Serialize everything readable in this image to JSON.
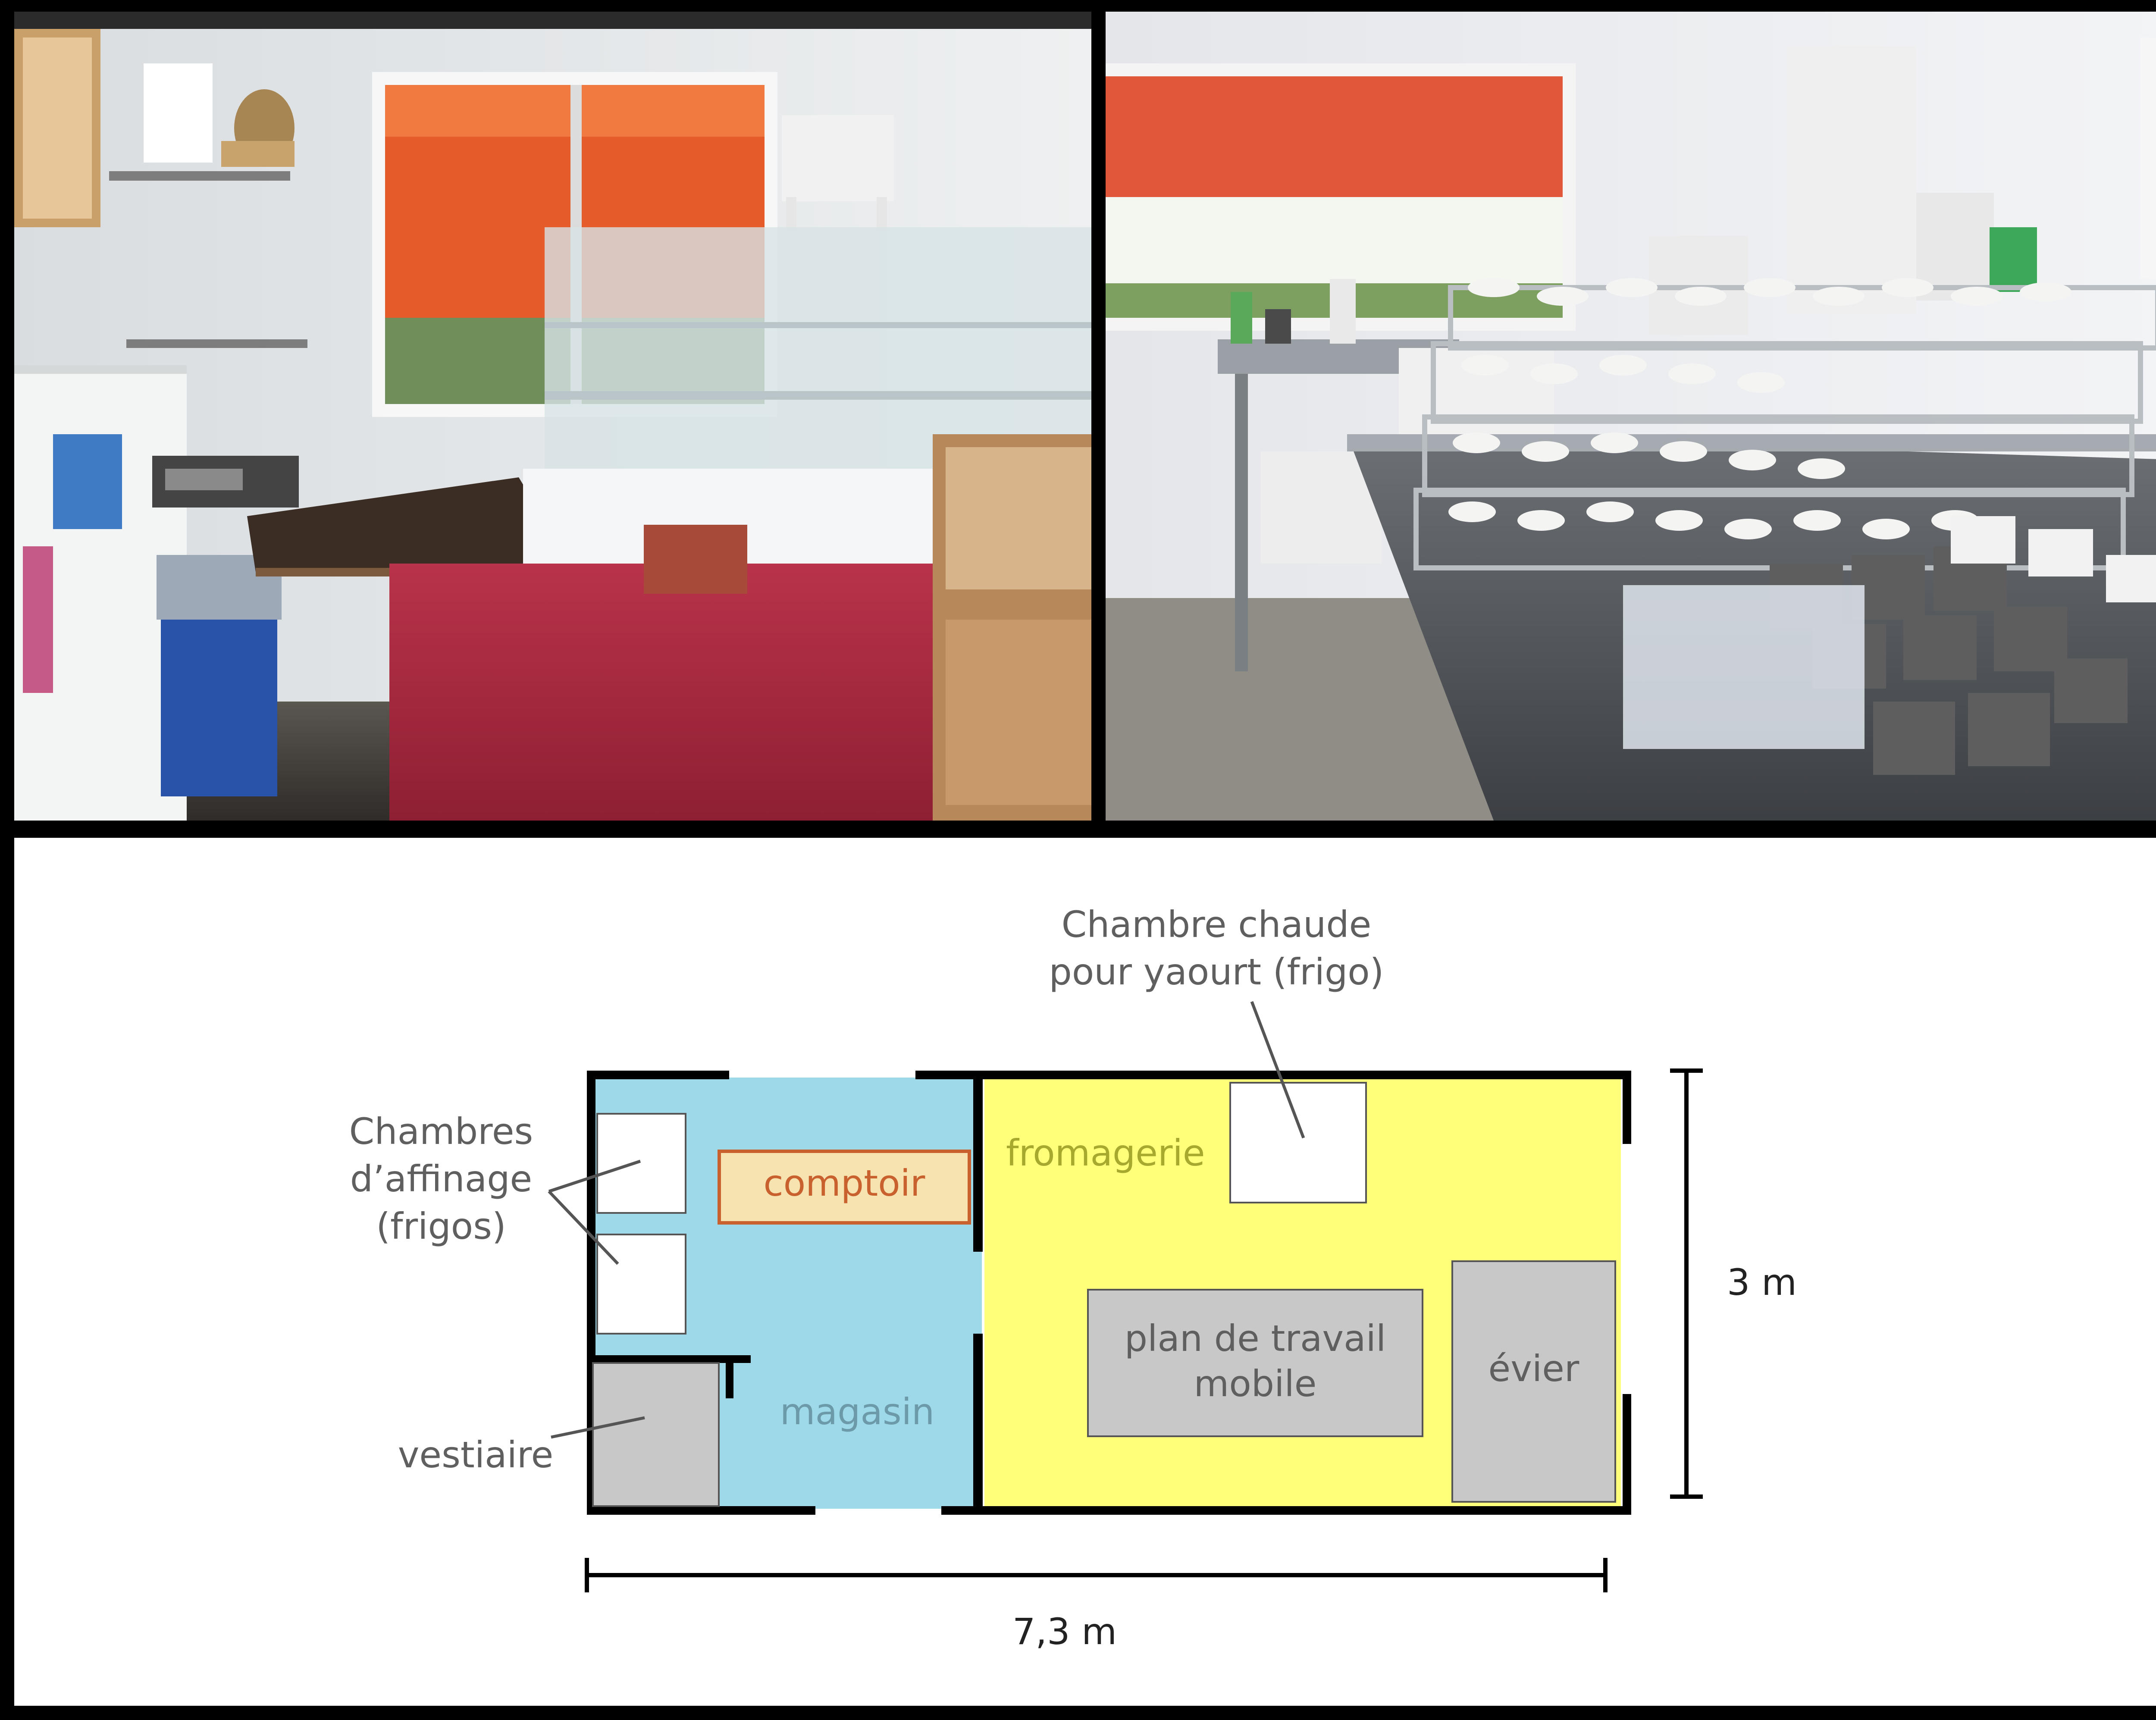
{
  "plan": {
    "labels": {
      "chambre_chaude_line1": "Chambre chaude",
      "chambre_chaude_line2": "pour yaourt (frigo)",
      "chambres_affinage_line1": "Chambres",
      "chambres_affinage_line2": "d’affinage",
      "chambres_affinage_line3": "(frigos)",
      "comptoir": "comptoir",
      "fromagerie": "fromagerie",
      "magasin": "magasin",
      "plan_travail_line1": "plan de travail",
      "plan_travail_line2": "mobile",
      "evier": "évier",
      "vestiaire": "vestiaire"
    },
    "dimensions": {
      "width_label": "7,3 m",
      "height_label": "3 m"
    },
    "colors": {
      "magasin": "#9ed9ea",
      "fromagerie": "#ffff7a",
      "comptoir_fill": "#f7e3b0",
      "comptoir_stroke": "#c9612e",
      "comptoir_text": "#c9612e",
      "fromagerie_text": "#a7a92e",
      "magasin_text": "#6c9aa8",
      "fixture_grey": "#c8c8c8",
      "wall": "#000000",
      "label_text": "#5f5f5f"
    }
  }
}
